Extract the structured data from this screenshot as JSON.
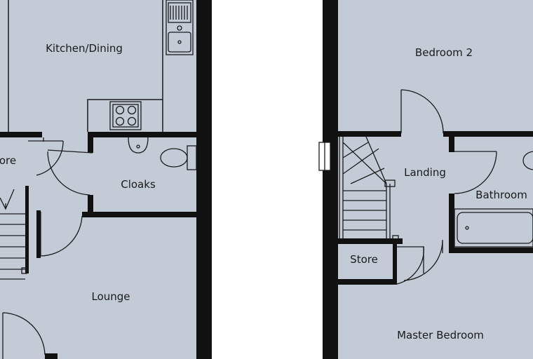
{
  "rooms": {
    "kitchen": "Kitchen/Dining",
    "store_left": "ore",
    "cloaks": "Cloaks",
    "lounge": "Lounge",
    "bedroom2": "Bedroom 2",
    "landing": "Landing",
    "bathroom": "Bathroom",
    "store_right": "Store",
    "master": "Master Bedroom"
  },
  "colors": {
    "floor": "#c3ccd6",
    "wall": "#111111",
    "line": "#1a1a1a",
    "background": "#ffffff"
  },
  "icons": [
    "sink-icon",
    "hob-icon",
    "basin-icon",
    "toilet-icon",
    "bath-icon",
    "stairs-icon",
    "window-icon",
    "door-swing-icon"
  ]
}
